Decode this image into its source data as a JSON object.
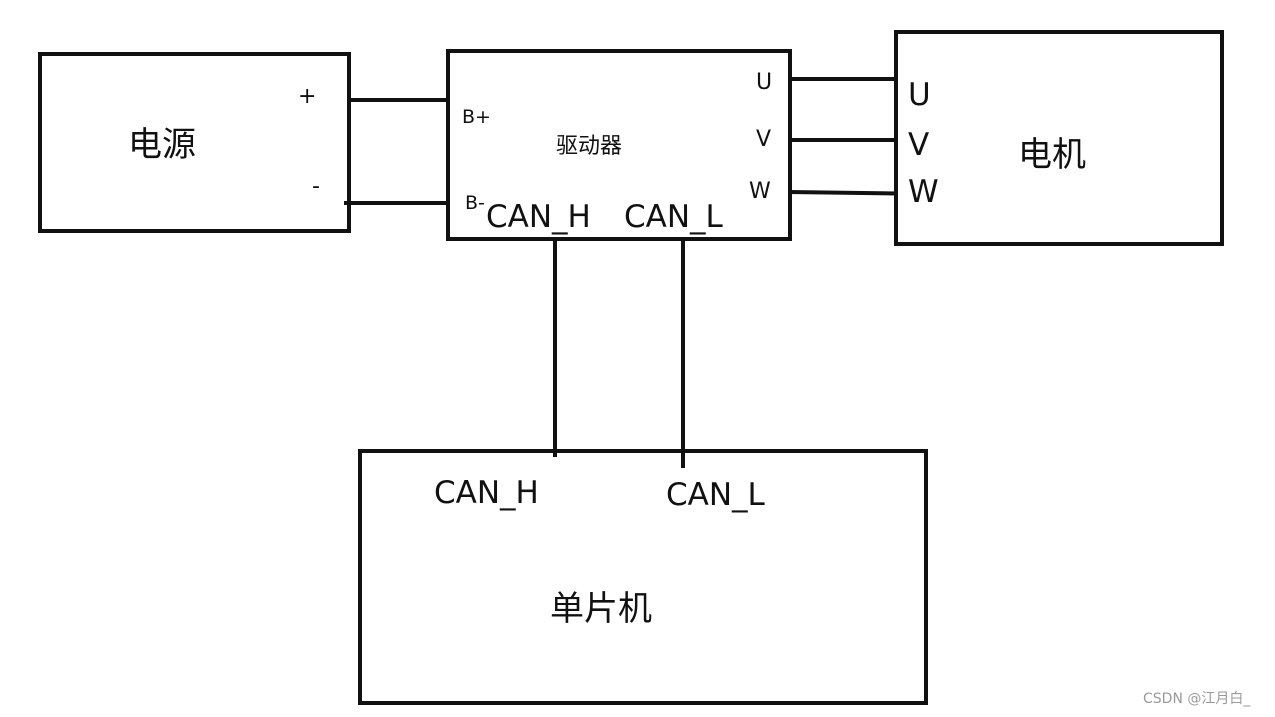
{
  "power": {
    "label": "电源",
    "plus": "+",
    "minus": "-"
  },
  "driver": {
    "label": "驱动器",
    "b_plus": "B+",
    "b_minus": "B-",
    "can_h": "CAN_H",
    "can_l": "CAN_L",
    "u": "U",
    "v": "V",
    "w": "W"
  },
  "motor": {
    "label": "电机",
    "u": "U",
    "v": "V",
    "w": "W"
  },
  "mcu": {
    "label": "单片机",
    "can_h": "CAN_H",
    "can_l": "CAN_L"
  },
  "watermark": "CSDN @江月白_"
}
